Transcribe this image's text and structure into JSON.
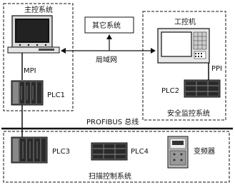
{
  "labels": {
    "main_control_system": "主控系统",
    "other_system": "其它系统",
    "industrial_pc": "工控机",
    "lan": "局域网",
    "mpi": "MPI",
    "ppi": "PPI",
    "plc1": "PLC1",
    "plc2": "PLC2",
    "plc3": "PLC3",
    "plc4": "PLC4",
    "inverter": "变频器",
    "safety_monitoring_system": "安全监控系统",
    "profibus_bus": "PROFIBUS 总线",
    "scan_control_system": "扫描控制系统"
  }
}
